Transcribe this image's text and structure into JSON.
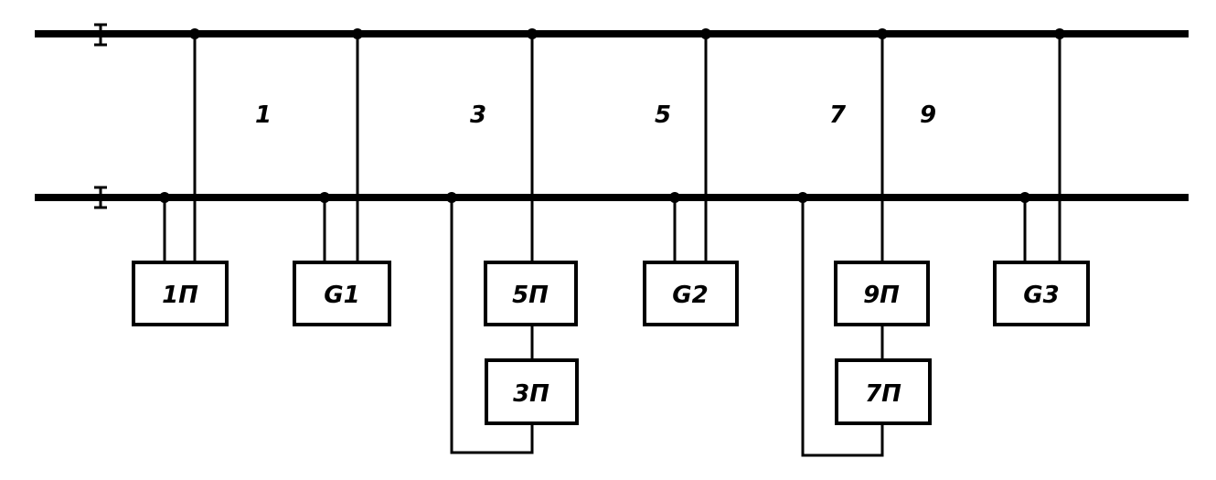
{
  "diagram": {
    "numbers": [
      "1",
      "3",
      "5",
      "7",
      "9"
    ],
    "boxes": [
      "1П",
      "G1",
      "5П",
      "G2",
      "9П",
      "G3",
      "3П",
      "7П"
    ]
  }
}
